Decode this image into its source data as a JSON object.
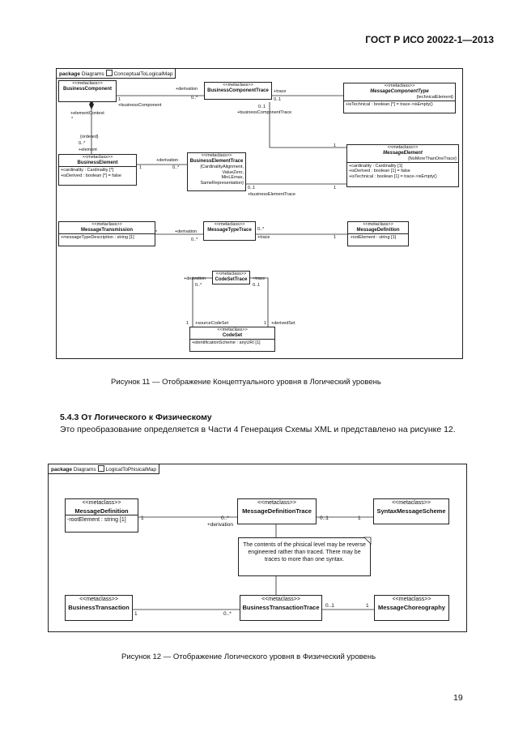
{
  "header": {
    "standard": "ГОСТ Р ИСО 20022-1—2013"
  },
  "figure11": {
    "package_keyword": "package",
    "package_path": "Diagrams",
    "package_name": "ConceptualToLogicalMap",
    "boxes": {
      "business_component": {
        "stereotype": "<<metaclass>>",
        "name": "BusinessComponent"
      },
      "business_component_trace": {
        "stereotype": "<<metaclass>>",
        "name": "BusinessComponentTrace"
      },
      "message_component_type": {
        "stereotype": "<<metaclass>>",
        "name": "MessageComponentType",
        "constraint": "{technicalElement}",
        "attrs": [
          "+isTechnical : boolean [*] = trace->isEmpty()"
        ]
      },
      "business_element": {
        "stereotype": "<<metaclass>>",
        "name": "BusinessElement",
        "attrs": [
          "+cardinality : Cardinality [*]",
          "+isDerived : boolean [*] = false"
        ]
      },
      "business_element_trace": {
        "stereotype": "<<metaclass>>",
        "name": "BusinessElementTrace",
        "constraints": [
          "{CardinalityAlignment,",
          "ValueZero,",
          "MinLEmax,",
          "SameRepresentation}"
        ]
      },
      "message_element": {
        "stereotype": "<<metaclass>>",
        "name": "MessageElement",
        "constraint": "{NoMoreThanOneTrace}",
        "attrs": [
          "+cardinality : Cardinality [1]",
          "+isDerived : boolean [1] = false",
          "+isTechnical : boolean [1] = trace->isEmpty()"
        ]
      },
      "message_transmission": {
        "stereotype": "<<metaclass>>",
        "name": "MessageTransmission",
        "attrs": [
          "+messageTypeDescription : string [1]"
        ]
      },
      "message_type_trace": {
        "stereotype": "<<metaclass>>",
        "name": "MessageTypeTrace"
      },
      "message_definition": {
        "stereotype": "<<metaclass>>",
        "name": "MessageDefinition",
        "attrs": [
          "-rootElement : string [1]"
        ]
      },
      "code_set_trace": {
        "stereotype": "<<metaclass>>",
        "name": "CodeSetTrace"
      },
      "code_set": {
        "stereotype": "<<metaclass>>",
        "name": "CodeSet",
        "attrs": [
          "+identificationScheme : anyURI [1]"
        ]
      }
    },
    "labels": {
      "derivation": "+derivation",
      "trace": "+trace",
      "m_0star": "0..*",
      "m_01": "0..1",
      "m_1": "1",
      "m_star": "*",
      "business_component": "+businessComponent",
      "business_component_trace": "+businessComponentTrace",
      "element_context": "+elementContext",
      "ordered": "{ordered}",
      "element": "+element",
      "business_element_trace": "+businessElementTrace",
      "source_code_set": "+sourceCodeSet",
      "derived_set": "+derivedSet"
    },
    "caption": "Рисунок 11 — Отображение Концептуального уровня в Логический уровень"
  },
  "section": {
    "heading": "5.4.3 От Логического к Физическому",
    "paragraph": "Это преобразование определяется в Части 4 Генерация Схемы XML и представлено на рисунке 12."
  },
  "figure12": {
    "package_keyword": "package",
    "package_path": "Diagrams",
    "package_name": "LogicalToPhisicalMap",
    "boxes": {
      "message_definition": {
        "stereotype": "<<metaclass>>",
        "name": "MessageDefinition",
        "attrs": [
          "-rootElement : string [1]"
        ]
      },
      "message_definition_trace": {
        "stereotype": "<<metaclass>>",
        "name": "MessageDefinitionTrace"
      },
      "syntax_message_scheme": {
        "stereotype": "<<metaclass>>",
        "name": "SyntaxMessageScheme"
      },
      "business_transaction": {
        "stereotype": "<<metaclass>>",
        "name": "BusinessTransaction"
      },
      "business_transaction_trace": {
        "stereotype": "<<metaclass>>",
        "name": "BusinessTransactionTrace"
      },
      "message_choreography": {
        "stereotype": "<<metaclass>>",
        "name": "MessageChoreography"
      }
    },
    "note": "The contents of the phisical level may be reverse engineered rather than traced. There may be traces to more than one syntax.",
    "labels": {
      "derivation": "+derivation",
      "m_1": "1",
      "m_0star": "0..*",
      "m_01": "0..1"
    },
    "caption": "Рисунок 12 — Отображение Логического уровня в Физический уровень"
  },
  "page_number": "19"
}
